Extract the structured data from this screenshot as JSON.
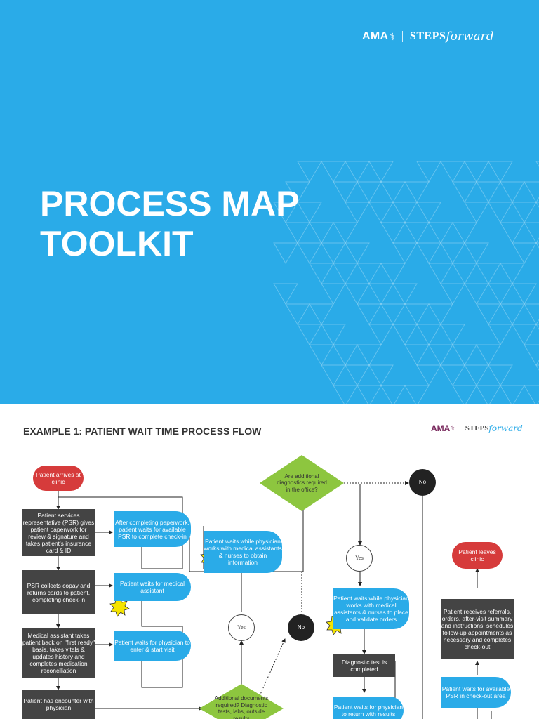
{
  "cover": {
    "logo": {
      "ama": "AMA",
      "steps": "STEPS",
      "forward": "forward"
    },
    "title_line1": "PROCESS MAP",
    "title_line2": "TOOLKIT",
    "bg_color": "#2aabe8"
  },
  "example": {
    "heading": "EXAMPLE 1: PATIENT WAIT TIME PROCESS FLOW",
    "logo": {
      "ama": "AMA",
      "steps": "STEPS",
      "forward": "forward"
    },
    "nodes": {
      "arrives": "Patient arrives at clinic",
      "psr_gives": "Patient services representative (PSR) gives patient paperwork for review & signature and takes patient's insurance card & ID",
      "waits_psr": "After completing paperwork, patient waits for available PSR to complete check-in",
      "psr_collects": "PSR collects copay and returns cards to patient, completing check-in",
      "waits_ma": "Patient waits for medical assistant",
      "ma_takes": "Medical assistant takes patient back on \"first ready\" basis, takes vitals & updates history and completes medication reconciliation",
      "waits_physician": "Patient waits for physician to enter & start visit",
      "encounter": "Patient has encounter with physician",
      "waits_info": "Patient waits while physician works with medical assistants & nurses to obtain information",
      "docs_required": "Additional documents required? Diagnostic tests, labs, outside results",
      "yes1": "Yes",
      "no1": "No",
      "diag_office": "Are additional diagnostics required in the office?",
      "no2": "No",
      "yes2": "Yes",
      "waits_orders": "Patient waits while physician works with medical assistants & nurses to place and validate orders",
      "diag_done": "Diagnostic test is completed",
      "waits_return": "Patient waits for physician to return with results",
      "leaves": "Patient leaves clinic",
      "receives": "Patient receives referrals, orders, after-visit summary and instructions, schedules follow-up appointments as necessary and completes check-out",
      "waits_checkout": "Patient waits for available PSR in check-out area"
    },
    "colors": {
      "dark": "#444444",
      "blue": "#2aabe8",
      "red": "#d63b3b",
      "green": "#8dc63f",
      "star": "#f5e400"
    }
  }
}
